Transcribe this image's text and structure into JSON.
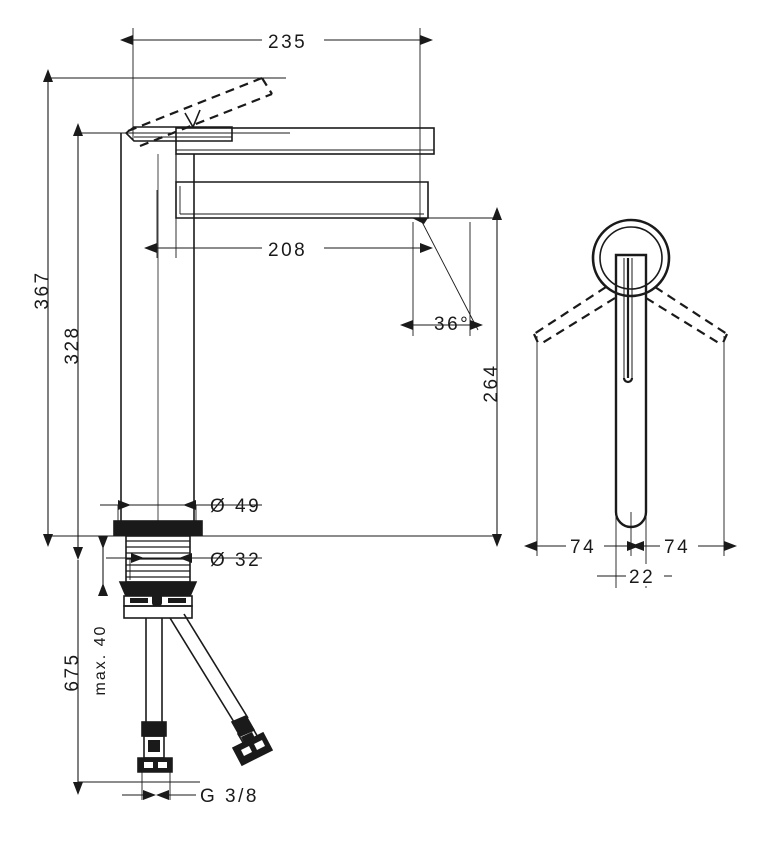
{
  "drawing": {
    "type": "technical-dimension-drawing",
    "subject": "single-lever basin mixer tall faucet",
    "units": "mm",
    "background_color": "#ffffff",
    "line_color": "#1a1a1a",
    "views": [
      {
        "name": "front-elevation",
        "position": "left"
      },
      {
        "name": "top-view",
        "position": "right"
      }
    ]
  },
  "dimensions": {
    "overall_reach": "235",
    "spout_reach": "208",
    "total_height": "367",
    "body_height": "328",
    "spout_height": "264",
    "swivel_angle": "36°",
    "column_diameter": "Ø 49",
    "shank_diameter": "Ø 32",
    "hose_length": "675",
    "max_deck_thickness": "max. 40",
    "connection_thread": "G 3/8",
    "lever_left_swing": "74",
    "lever_right_swing": "74",
    "lever_width": "22"
  },
  "labels": {
    "d235": "235",
    "d208": "208",
    "d367": "367",
    "d328": "328",
    "d264": "264",
    "angle36": "36°",
    "dia49": "Ø 49",
    "dia32": "Ø 32",
    "d675": "675",
    "max40": "max. 40",
    "thread": "G 3/8",
    "d74left": "74",
    "d74right": "74",
    "d22": "22"
  }
}
